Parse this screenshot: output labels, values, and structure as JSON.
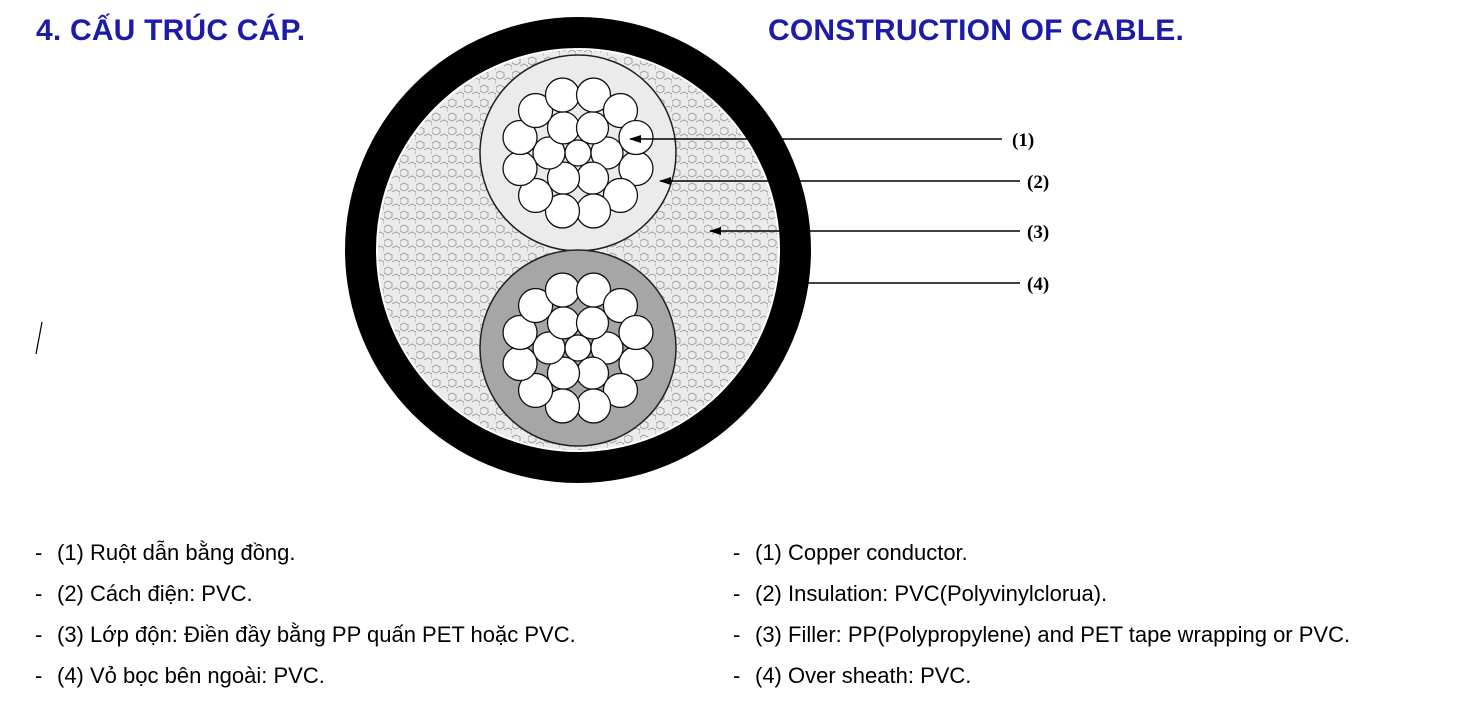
{
  "header": {
    "title_vi": "4. CẤU TRÚC CÁP.",
    "title_en": "CONSTRUCTION OF CABLE."
  },
  "diagram": {
    "callouts": [
      "(1)",
      "(2)",
      "(3)",
      "(4)"
    ]
  },
  "legend_vi": [
    "(1) Ruột dẫn bằng đồng.",
    "(2) Cách điện: PVC.",
    "(3) Lớp độn: Điền đầy bằng PP quấn PET hoặc PVC.",
    "(4) Vỏ bọc bên ngoài: PVC."
  ],
  "legend_en": [
    "(1) Copper conductor.",
    "(2) Insulation: PVC(Polyvinylclorua).",
    "(3) Filler: PP(Polypropylene) and PET tape wrapping or PVC.",
    "(4) Over sheath: PVC."
  ],
  "legend_bullet": "-",
  "colors": {
    "title": "#1c1ca8",
    "sheath": "#000000",
    "filler": "#ebebeb",
    "insulation_1": "#ebebeb",
    "insulation_2": "#a6a6a6",
    "conductor": "#ffffff"
  }
}
